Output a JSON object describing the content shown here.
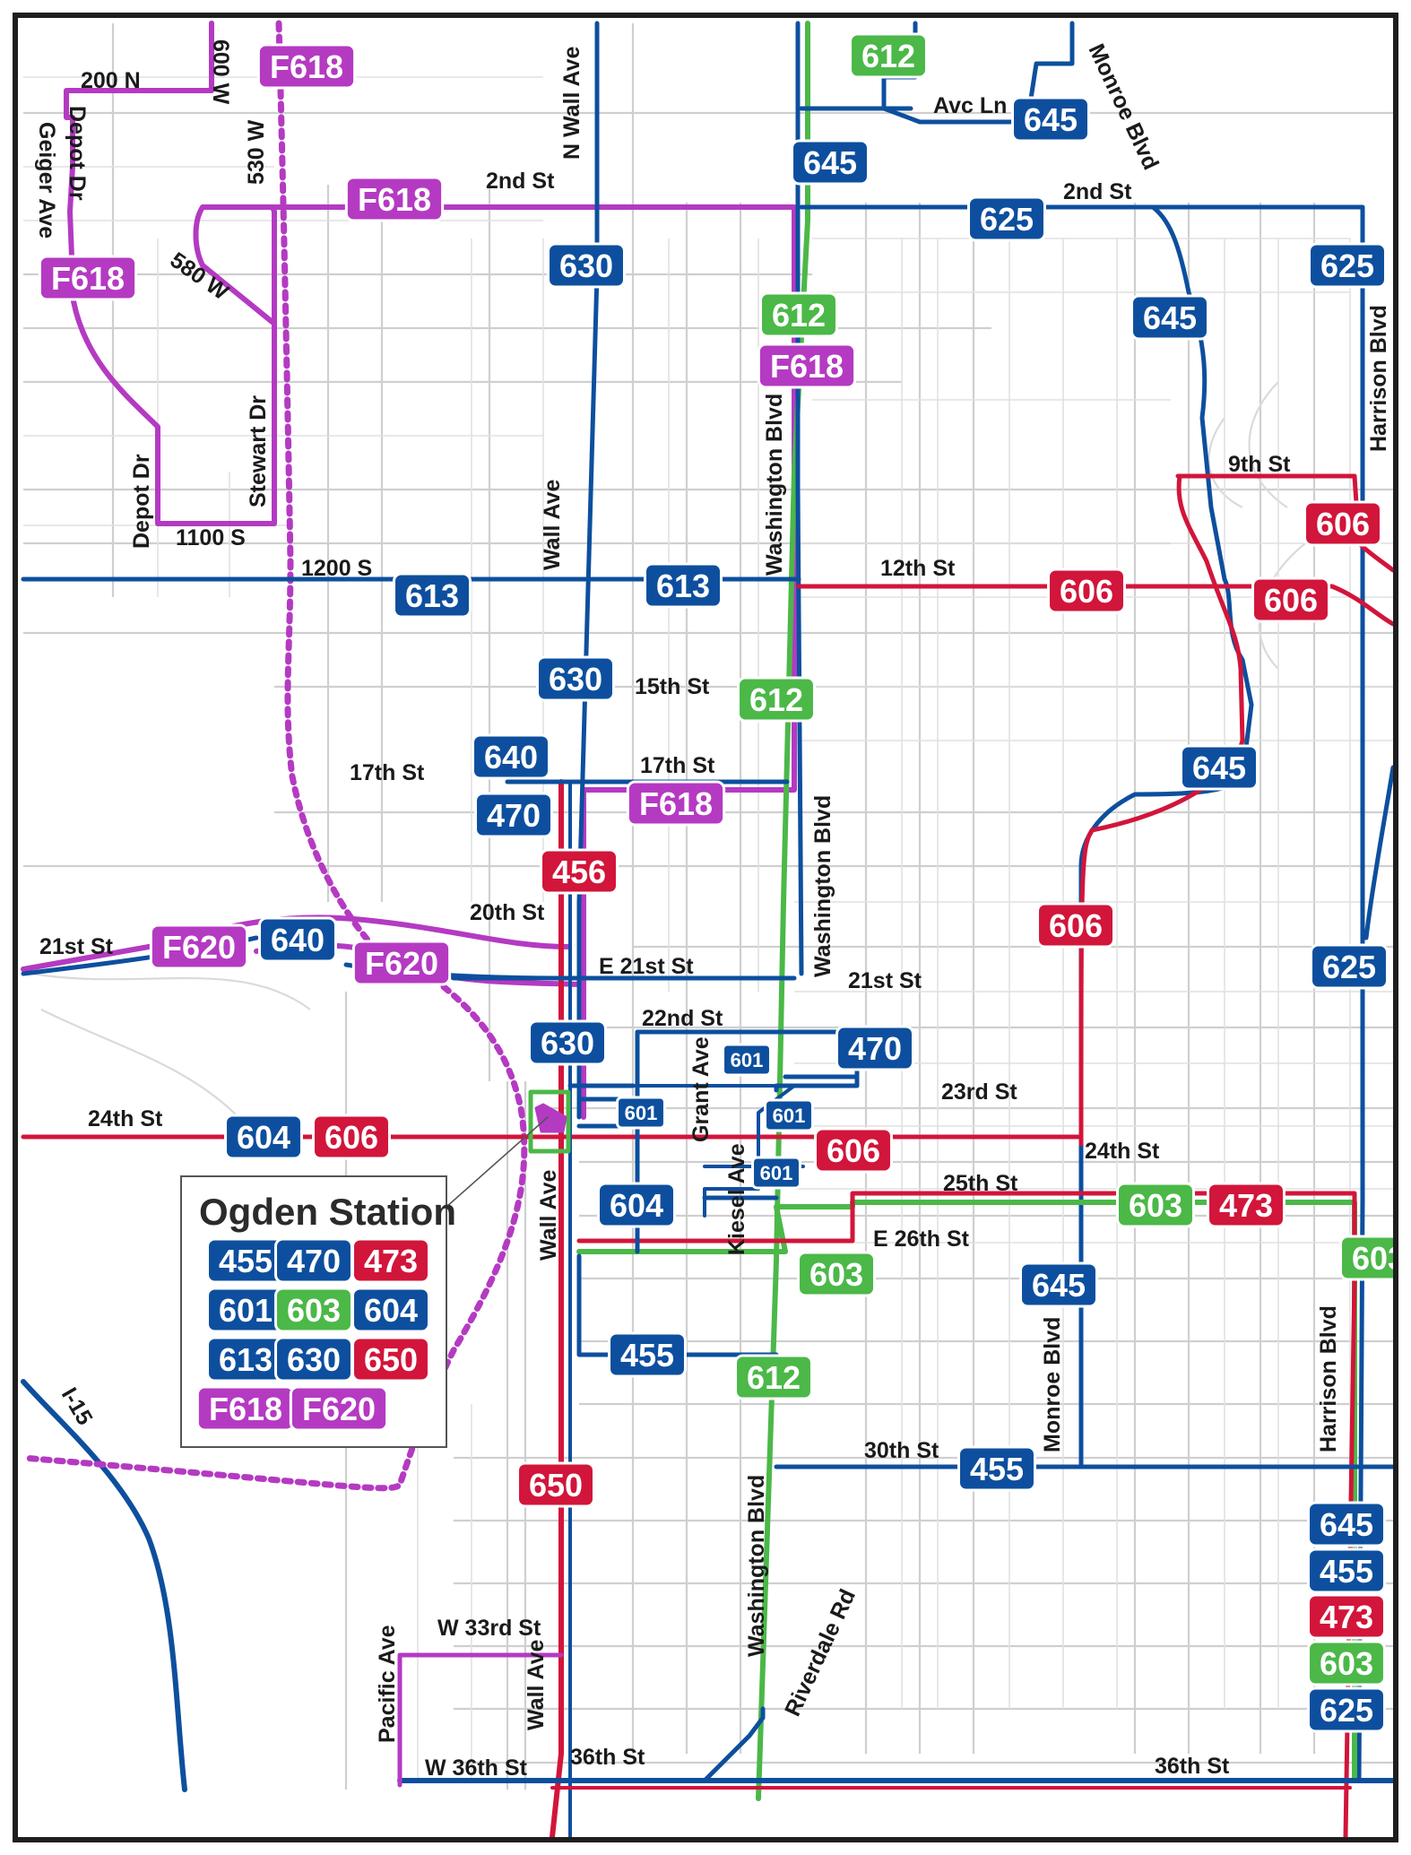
{
  "colors": {
    "blue": "#0d4f9e",
    "red": "#d2153a",
    "green": "#4bb848",
    "magenta": "#b43ac2",
    "street": "#c9c9c9",
    "frame": "#1e1e1e"
  },
  "legend": {
    "title": "Ogden Station",
    "routes": [
      {
        "label": "455",
        "color": "blue"
      },
      {
        "label": "470",
        "color": "blue"
      },
      {
        "label": "473",
        "color": "red"
      },
      {
        "label": "601",
        "color": "blue"
      },
      {
        "label": "603",
        "color": "green"
      },
      {
        "label": "604",
        "color": "blue"
      },
      {
        "label": "613",
        "color": "blue"
      },
      {
        "label": "630",
        "color": "blue"
      },
      {
        "label": "650",
        "color": "red"
      },
      {
        "label": "F618",
        "color": "magenta"
      },
      {
        "label": "F620",
        "color": "magenta"
      }
    ]
  },
  "streets": {
    "s200n": "200 N",
    "geiger": "Geiger Ave",
    "depot_top": "Depot Dr",
    "w600": "600 W",
    "w530": "530 W",
    "w580": "580 W",
    "nwall": "N Wall Ave",
    "second_a": "2nd St",
    "second_b": "2nd St",
    "avc": "Avc Ln",
    "monroe_top": "Monroe Blvd",
    "harrison_top": "Harrison Blvd",
    "depot_low": "Depot Dr",
    "stewart": "Stewart Dr",
    "s1100": "1100 S",
    "s1200": "1200 S",
    "wall_mid": "Wall Ave",
    "washington_top": "Washington Blvd",
    "ninth": "9th St",
    "twelfth": "12th St",
    "fifteenth": "15th St",
    "seventeenth_w": "17th St",
    "seventeenth_e": "17th St",
    "twentieth": "20th St",
    "st21_w": "21st St",
    "e21": "E 21st St",
    "st21_e": "21st St",
    "washington_mid": "Washington Blvd",
    "st22": "22nd St",
    "grant": "Grant Ave",
    "st23": "23rd St",
    "st24_w": "24th St",
    "st24_e": "24th St",
    "kiesel": "Kiesel Ave",
    "st25": "25th St",
    "e26": "E 26th St",
    "wall_low": "Wall Ave",
    "monroe_low": "Monroe Blvd",
    "harrison_low": "Harrison Blvd",
    "st30": "30th St",
    "i15": "I-15",
    "w33": "W 33rd St",
    "pacific": "Pacific Ave",
    "wall_bottom": "Wall Ave",
    "washington_low": "Washington Blvd",
    "riverdale": "Riverdale Rd",
    "w36": "W 36th St",
    "st36_mid": "36th St",
    "st36_e": "36th St"
  },
  "routes": {
    "b1": "F618",
    "b2": "F618",
    "b3": "F618",
    "b4": "F618",
    "b5": "F618",
    "b6": "F620",
    "b7": "F620",
    "b8": "612",
    "b9": "612",
    "b10": "612",
    "b11": "612",
    "b12": "645",
    "b13": "645",
    "b14": "645",
    "b15": "645",
    "b16": "625",
    "b17": "625",
    "b18": "625",
    "b19": "630",
    "b20": "630",
    "b21": "630",
    "b22": "613",
    "b23": "613",
    "b24": "606",
    "b25": "606",
    "b26": "606",
    "b27": "606",
    "b28": "606",
    "b29": "640",
    "b30": "640",
    "b31": "470",
    "b32": "470",
    "b33": "456",
    "b34": "601",
    "b35": "601",
    "b36": "601",
    "b37": "601",
    "b38": "604",
    "b39": "604",
    "b40": "603",
    "b41": "603",
    "b42": "603",
    "b43": "473",
    "b44": "455",
    "b45": "455",
    "b46": "650",
    "s1": "645",
    "s2": "455",
    "s3": "473",
    "s4": "603",
    "s5": "625"
  }
}
